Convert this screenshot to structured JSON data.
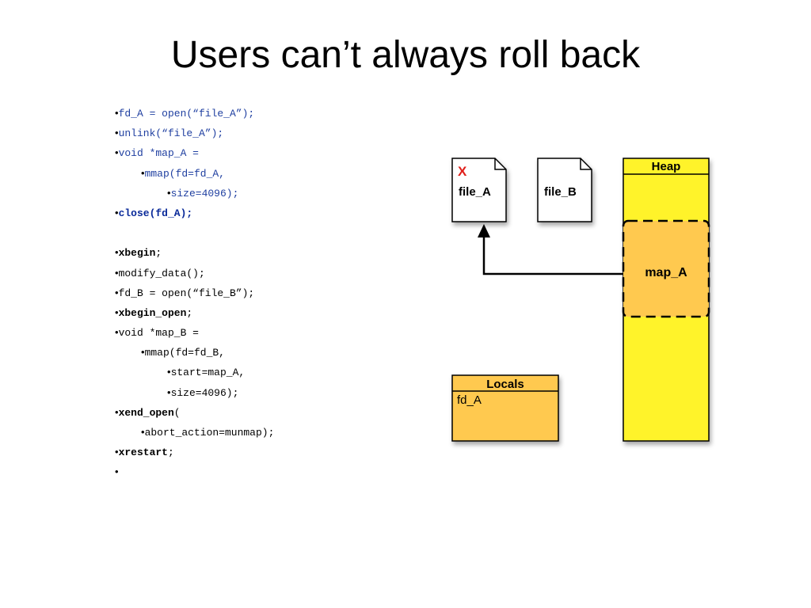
{
  "slide": {
    "title": "Users can’t always roll back"
  },
  "code_lines": [
    {
      "text": "fd_A = open(“file_A”);",
      "style": "blue",
      "level": 0
    },
    {
      "text": "unlink(“file_A”);",
      "style": "blue",
      "level": 0
    },
    {
      "text": "void *map_A =",
      "style": "blue",
      "level": 0
    },
    {
      "text": "mmap(fd=fd_A,",
      "style": "blue",
      "level": 1
    },
    {
      "text": "size=4096);",
      "style": "blue",
      "level": 2
    },
    {
      "text": "close(fd_A);",
      "style": "blue-bold",
      "level": 0
    },
    {
      "text": "",
      "style": "black",
      "level": 0,
      "blank": true
    },
    {
      "text": "xbegin;",
      "style": "black",
      "level": 0,
      "bold_token": "xbegin",
      "rest": ";"
    },
    {
      "text": "modify_data();",
      "style": "black",
      "level": 0
    },
    {
      "text": "fd_B = open(“file_B”);",
      "style": "black",
      "level": 0
    },
    {
      "text": "xbegin_open;",
      "style": "black",
      "level": 0,
      "bold_token": "xbegin_open",
      "rest": ";"
    },
    {
      "text": "void *map_B =",
      "style": "black",
      "level": 0
    },
    {
      "text": "mmap(fd=fd_B,",
      "style": "black",
      "level": 1
    },
    {
      "text": "start=map_A,",
      "style": "black",
      "level": 2
    },
    {
      "text": "size=4096);",
      "style": "black",
      "level": 2
    },
    {
      "text": "xend_open(",
      "style": "black",
      "level": 0,
      "bold_token": "xend_open",
      "rest": "("
    },
    {
      "text": "abort_action=munmap);",
      "style": "black",
      "level": 1
    },
    {
      "text": "xrestart;",
      "style": "black",
      "level": 0,
      "bold_token": "xrestart",
      "rest": ";"
    },
    {
      "text": "",
      "style": "black",
      "level": 0
    }
  ],
  "diagram": {
    "file_a": {
      "label": "file_A",
      "mark": "X",
      "mark_color": "#e0201b"
    },
    "file_b": {
      "label": "file_B"
    },
    "heap": {
      "title": "Heap",
      "fill": "#fff32a"
    },
    "map_a": {
      "label": "map_A",
      "fill": "#ffc94f"
    },
    "locals": {
      "title": "Locals",
      "entry": "fd_A",
      "fill": "#ffc94f"
    }
  }
}
